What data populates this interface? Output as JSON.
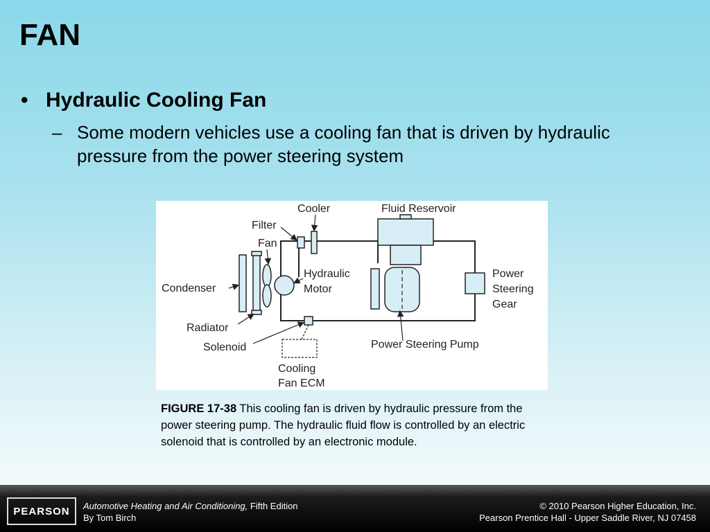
{
  "slide": {
    "title": "FAN",
    "bullet_marker": "•",
    "sub_marker": "–",
    "bullet": "Hydraulic Cooling Fan",
    "sub_bullet": "Some modern vehicles use a cooling fan that is driven by hydraulic pressure from the power steering system"
  },
  "figure": {
    "labels": {
      "cooler": "Cooler",
      "fluid_reservoir": "Fluid Reservoir",
      "filter": "Filter",
      "fan": "Fan",
      "hydraulic": "Hydraulic",
      "motor": "Motor",
      "condenser": "Condenser",
      "power": "Power",
      "steering": "Steering",
      "gear": "Gear",
      "radiator": "Radiator",
      "solenoid": "Solenoid",
      "power_steering_pump": "Power Steering Pump",
      "cooling": "Cooling",
      "fan_ecm": "Fan ECM"
    },
    "caption_label": "FIGURE 17-38",
    "caption_text": " This cooling fan is driven by hydraulic pressure from the power steering pump. The hydraulic fluid flow is controlled by an electric solenoid that is controlled by an electronic module."
  },
  "footer": {
    "logo": "PEARSON",
    "book_title": "Automotive Heating and Air Conditioning,",
    "edition": " Fifth Edition",
    "author": "By Tom Birch",
    "copyright": "© 2010 Pearson Higher Education, Inc.",
    "publisher": "Pearson Prentice Hall - Upper Saddle River, NJ 07458"
  }
}
